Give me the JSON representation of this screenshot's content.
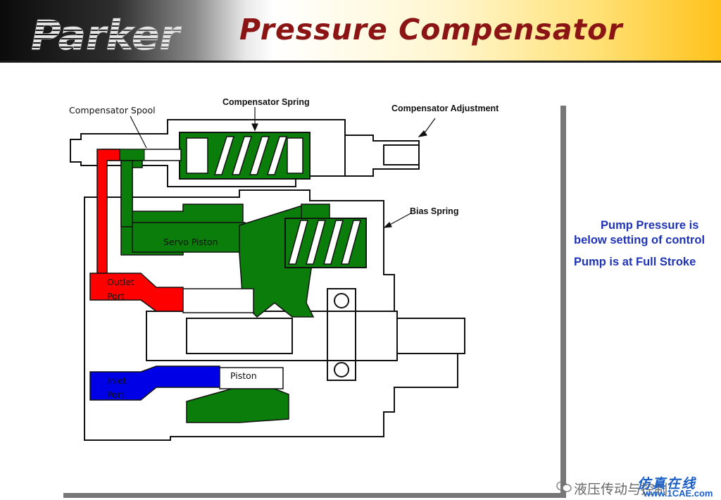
{
  "header": {
    "logo_text": "Parker",
    "title": "Pressure Compensator"
  },
  "diagram": {
    "labels": {
      "compensator_spool": "Compensator Spool",
      "compensator_spring": "Compensator Spring",
      "compensator_adjustment": "Compensator Adjustment",
      "bias_spring": "Bias Spring",
      "servo_piston": "Servo Piston",
      "outlet_port_line1": "Outlet",
      "outlet_port_line2": "Port",
      "inlet_port_line1": "Inlet",
      "inlet_port_line2": "Port",
      "piston": "Piston"
    },
    "colors": {
      "outlet_pressure": "#ff0000",
      "inlet_suction": "#0000e6",
      "control_oil": "#0a7d0a",
      "housing": "#ffffff",
      "outline": "#111111"
    }
  },
  "status": {
    "line1": "Pump Pressure is below  setting of control",
    "line2": "Pump is at Full Stroke"
  },
  "watermark": {
    "chinese_text": "液压传动与控制",
    "logo_text": "仿真在线",
    "site": "www.1CAE.com"
  }
}
